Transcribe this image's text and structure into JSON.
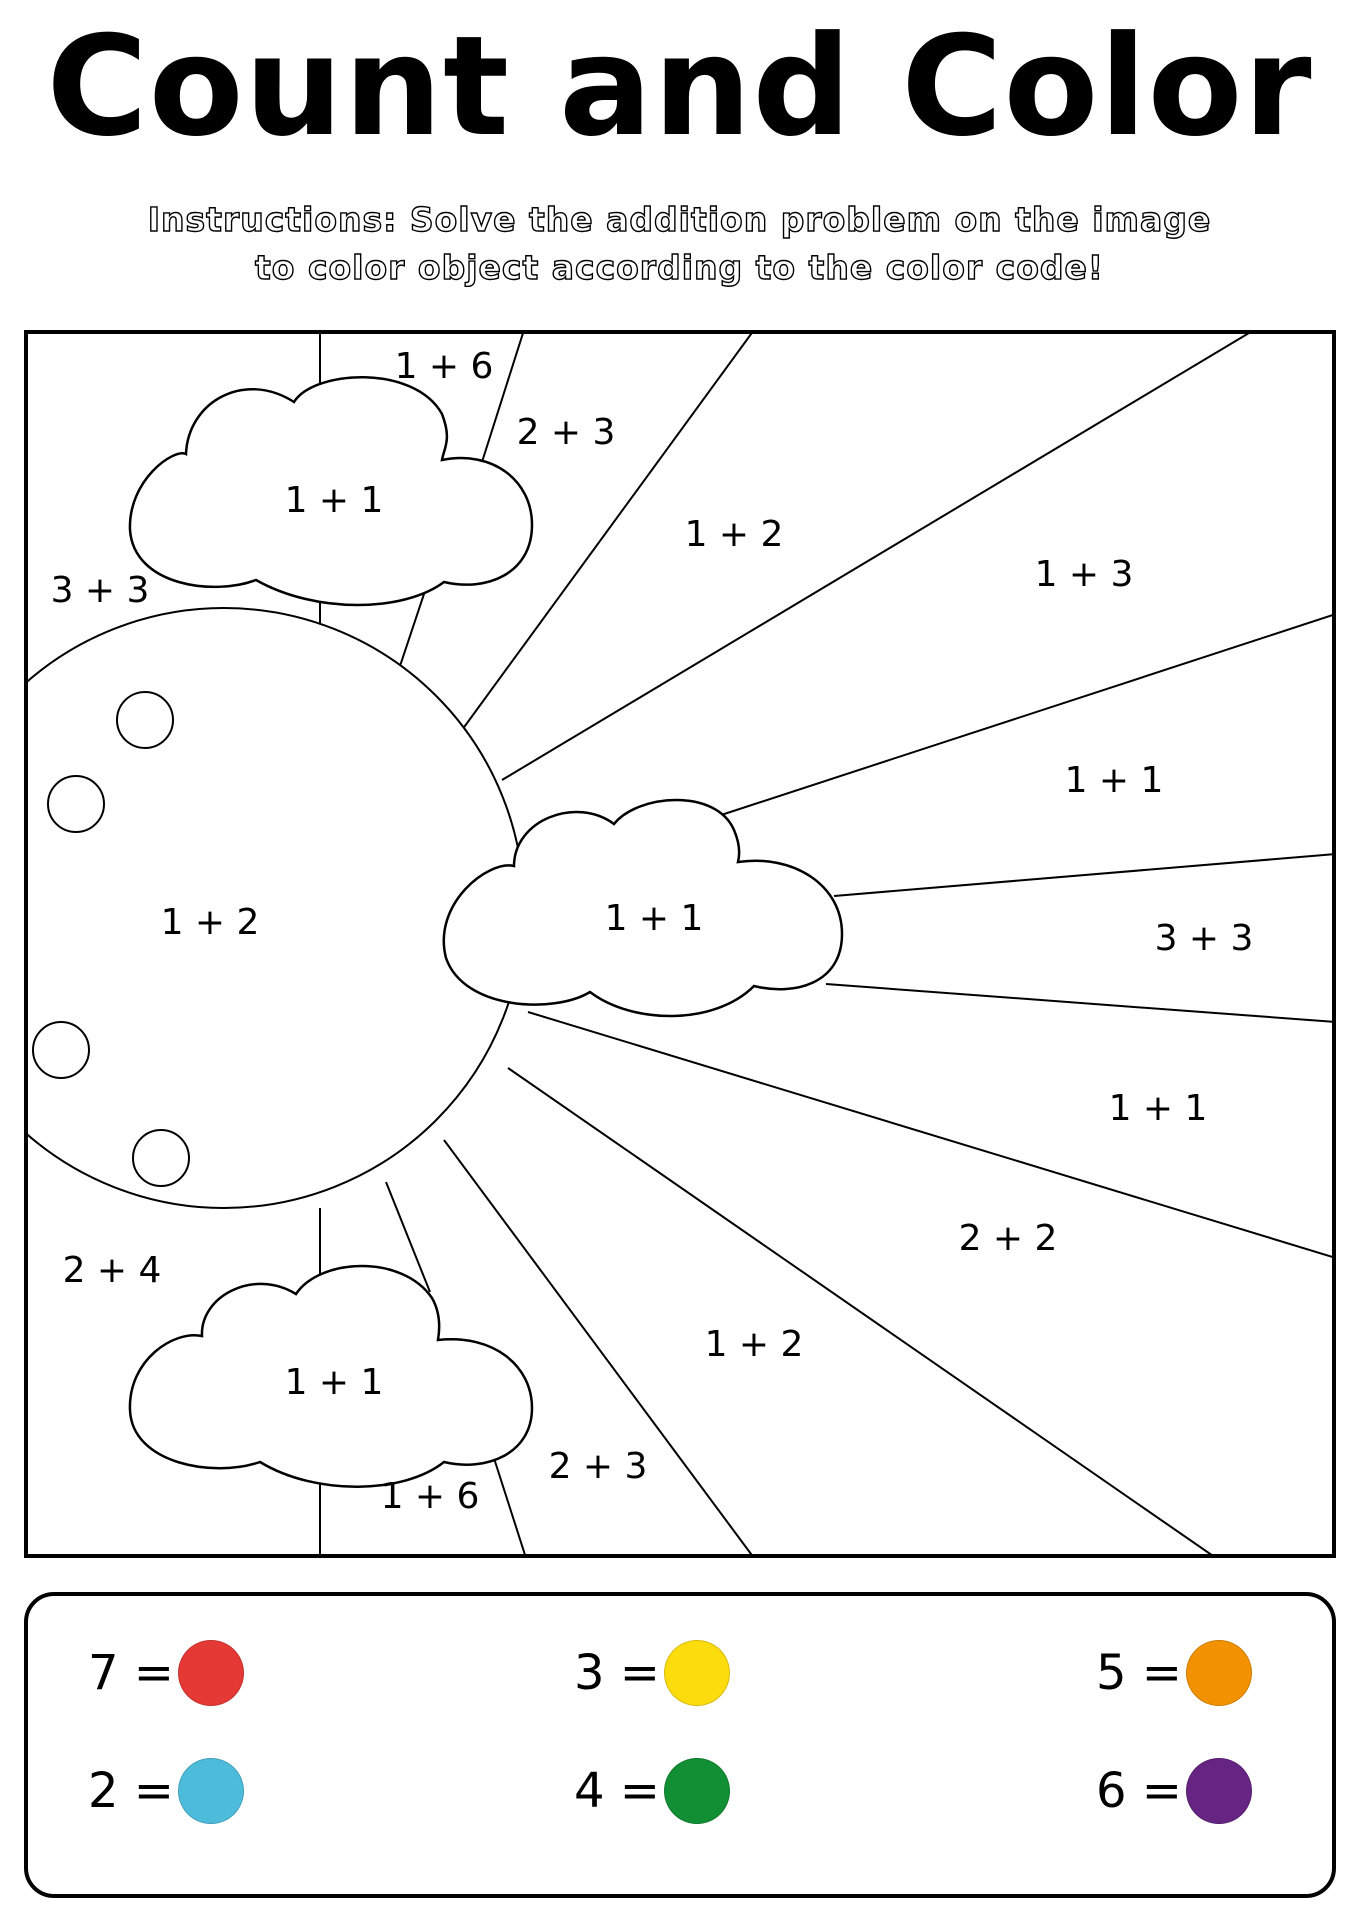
{
  "title": "Count and Color",
  "instructions": {
    "line1": "Instructions: Solve the addition problem on the image",
    "line2": "to color object according to the color code!"
  },
  "scene": {
    "problems": [
      "1 + 6",
      "2 + 3",
      "1 + 1",
      "1 + 2",
      "1 + 3",
      "3 + 3",
      "1 + 1",
      "1 + 2",
      "1 + 1",
      "3 + 3",
      "1 + 1",
      "2 + 2",
      "2 + 4",
      "1 + 1",
      "1 + 2",
      "2 + 3",
      "1 + 6"
    ]
  },
  "color_key": [
    {
      "label": "7 =",
      "color": "#E53935",
      "color_name": "red"
    },
    {
      "label": "3 =",
      "color": "#FDDC0E",
      "color_name": "yellow"
    },
    {
      "label": "5 =",
      "color": "#F39200",
      "color_name": "orange"
    },
    {
      "label": "2 =",
      "color": "#4DBCDB",
      "color_name": "light-blue"
    },
    {
      "label": "4 =",
      "color": "#128E35",
      "color_name": "green"
    },
    {
      "label": "6 =",
      "color": "#662483",
      "color_name": "purple"
    }
  ]
}
